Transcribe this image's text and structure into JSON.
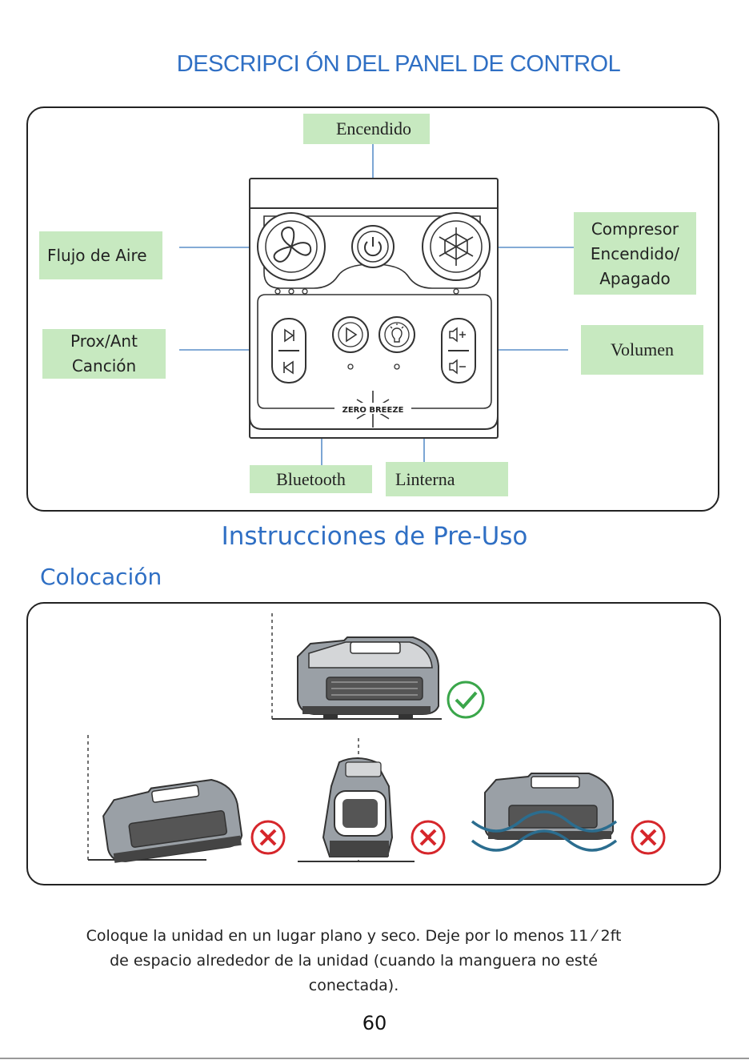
{
  "page": {
    "title": "DESCRIPCI ÓN DEL PANEL DE CONTROL",
    "section_title": "Instrucciones de Pre-Uso",
    "subsection_title": "Colocación",
    "caption_line1": "Coloque la unidad en un lugar plano y seco. Deje por lo menos 11 ⁄ 2ft",
    "caption_line2": "de espacio alrededor de la unidad (cuando la manguera no esté",
    "caption_line3": "conectada).",
    "page_number": "60"
  },
  "panel_labels": {
    "power": "Encendido",
    "airflow": "Flujo de Aire",
    "compressor_line1": "Compresor",
    "compressor_line2": "Encendido/",
    "compressor_line3": "Apagado",
    "track_line1": "Prox/Ant",
    "track_line2": "Canción",
    "volume": "Volumen",
    "bluetooth": "Bluetooth",
    "flashlight": "Linterna"
  },
  "panel": {
    "brand_text": "ZERO BREEZE"
  },
  "placement_icons": {
    "correct": "check-icon",
    "incorrect": "cross-icon"
  },
  "colors": {
    "heading_blue": "#2f6fc4",
    "label_green": "#c7e9c0",
    "leader_blue": "#5b8fc9",
    "check_green": "#3aa64a",
    "cross_red": "#d6262b"
  }
}
